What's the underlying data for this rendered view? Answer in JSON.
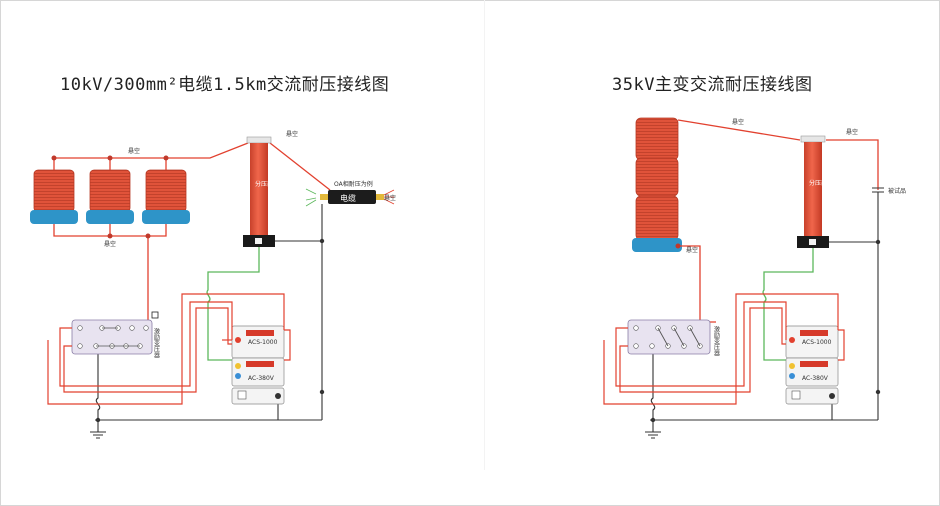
{
  "left": {
    "title": "10kV/300mm²电缆1.5km交流耐压接线图",
    "label_suspended_top": "悬空",
    "label_suspended_reactor_bottom": "悬空",
    "label_suspended_divider": "悬空",
    "label_suspended_cable": "悬空",
    "divider_text": "分压器",
    "cable_text": "电缆",
    "cable_note": "OA相耐压为例",
    "exciter_text": "激励变压器",
    "controller_power_label": "ACS-1000",
    "controller_freq_label": "AC-380V"
  },
  "right": {
    "title": "35kV主变交流耐压接线图",
    "label_suspended_top": "悬空",
    "label_suspended_reactor": "悬空",
    "label_suspended_divider": "悬空",
    "divider_text": "分压器",
    "test_object_label": "被试品",
    "exciter_text": "激励变压器",
    "controller_power_label": "ACS-1000",
    "controller_freq_label": "AC-380V"
  },
  "colors": {
    "reactor": "#e0533a",
    "reactor_base": "#2e94c8",
    "wire_red": "#e2412f",
    "wire_green": "#5cb85c",
    "wire_dark": "#333333",
    "exciter_bg": "#e8e3f0"
  }
}
